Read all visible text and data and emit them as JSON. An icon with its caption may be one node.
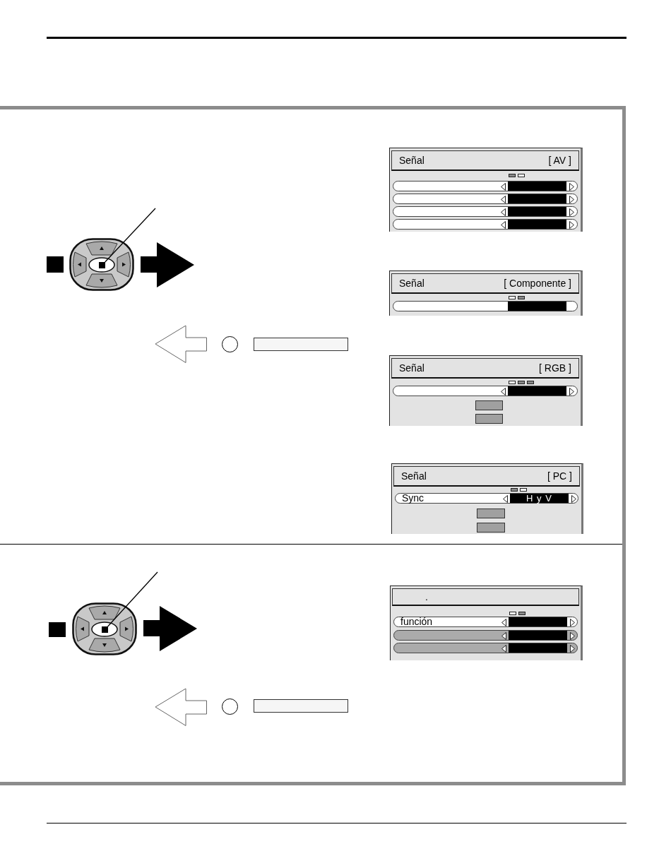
{
  "diagram": {
    "nodes": [
      {
        "text": [
          "Señal",
          "[ AV ]"
        ]
      },
      {
        "text": [
          "Señal",
          "[ Componente ]"
        ]
      },
      {
        "text": [
          "Señal",
          "[ RGB ]"
        ]
      },
      {
        "text": [
          "Señal",
          "[ PC ]",
          "Sync",
          "H y V"
        ]
      },
      {
        "text": [
          ".",
          "función"
        ]
      },
      {
        "text": [],
        "shape": "box"
      },
      {
        "text": [],
        "shape": "box"
      }
    ],
    "edges": [
      {
        "from": null,
        "to": 5,
        "arrow": "none"
      },
      {
        "from": null,
        "to": 6,
        "arrow": "none"
      }
    ]
  }
}
